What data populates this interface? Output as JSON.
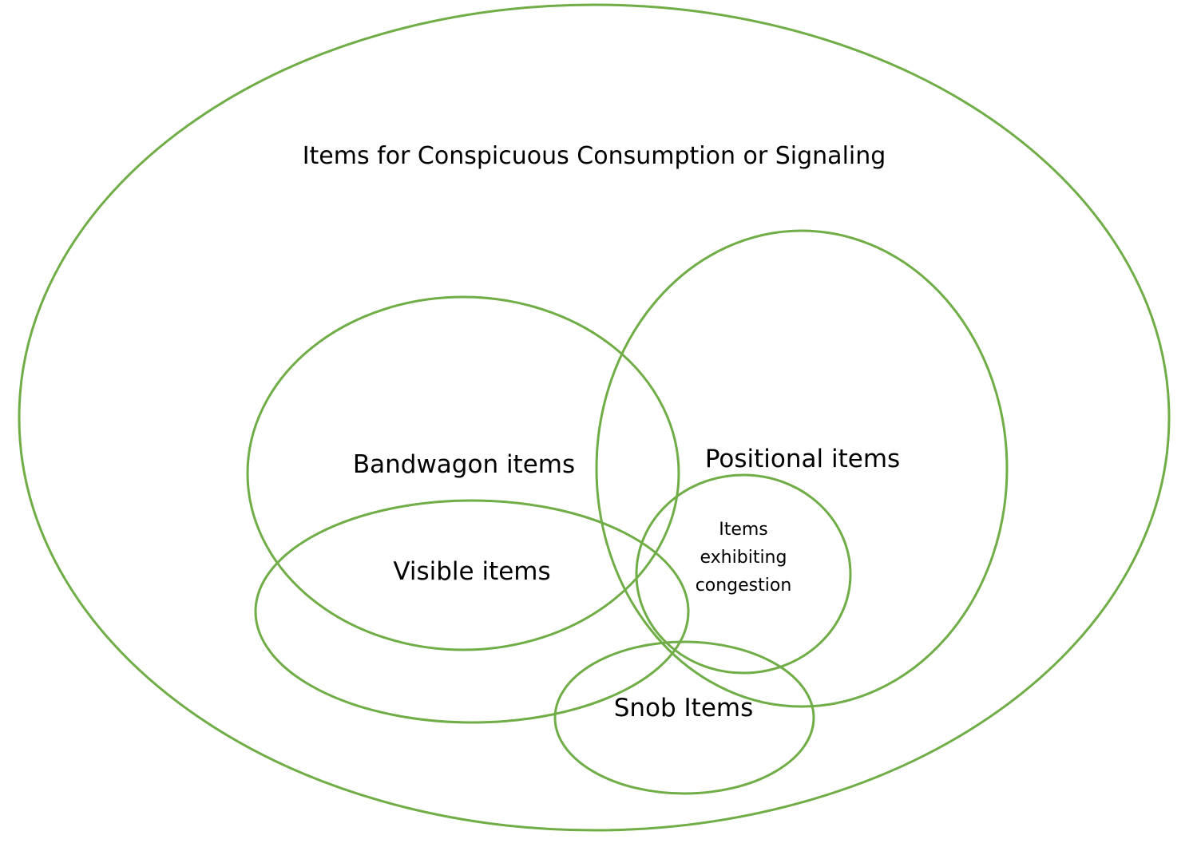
{
  "colors": {
    "outline": "#70ad47",
    "text": "#000000",
    "background": "#ffffff"
  },
  "sets": {
    "outer": "Items for Conspicuous Consumption or Signaling",
    "bandwagon": "Bandwagon items",
    "positional": "Positional items",
    "visible": "Visible items",
    "congestion": [
      "Items",
      "exhibiting",
      "congestion"
    ],
    "snob": "Snob Items"
  }
}
